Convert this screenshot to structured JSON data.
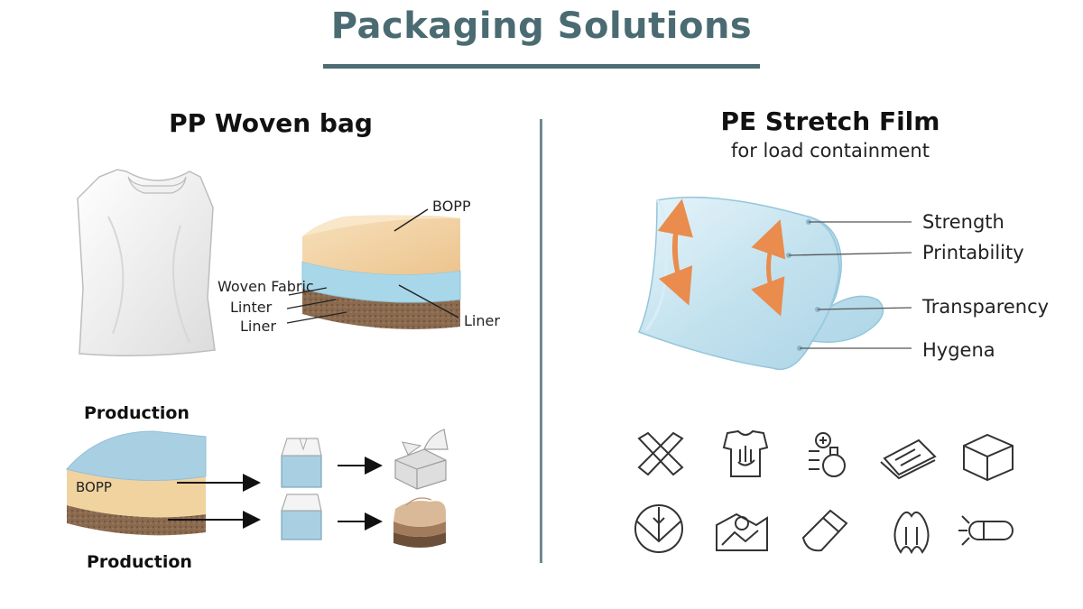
{
  "title": "Packaging Solutions",
  "left": {
    "heading": "PP Woven bag",
    "layer_labels": {
      "bopp": "BOPP",
      "woven_fabric": "Woven Fabric",
      "linter": "Linter",
      "liner_left": "Liner",
      "liner_right": "Liner"
    },
    "production_top": "Production",
    "production_bottom": "Production",
    "block_label": "BOPP"
  },
  "right": {
    "heading": "PE Stretch Film",
    "subheading": "for load containment",
    "features": [
      "Strength",
      "Printability",
      "Transparency",
      "Hygena"
    ]
  },
  "icons": [
    "cross-icon",
    "shirt-hand-icon",
    "flask-plus-icon",
    "notepad-icon",
    "cube-icon",
    "circle-arrows-icon",
    "landscape-icon",
    "eraser-icon",
    "tooth-icon",
    "capsule-icon"
  ],
  "colors": {
    "title": "#4b6b72",
    "divider": "#6e8a90",
    "bopp": "#f3d3a4",
    "fabric": "#a9d7ea",
    "liner": "#8c6a4e",
    "film": "#bfe0ee",
    "arrow": "#e98c4d"
  }
}
